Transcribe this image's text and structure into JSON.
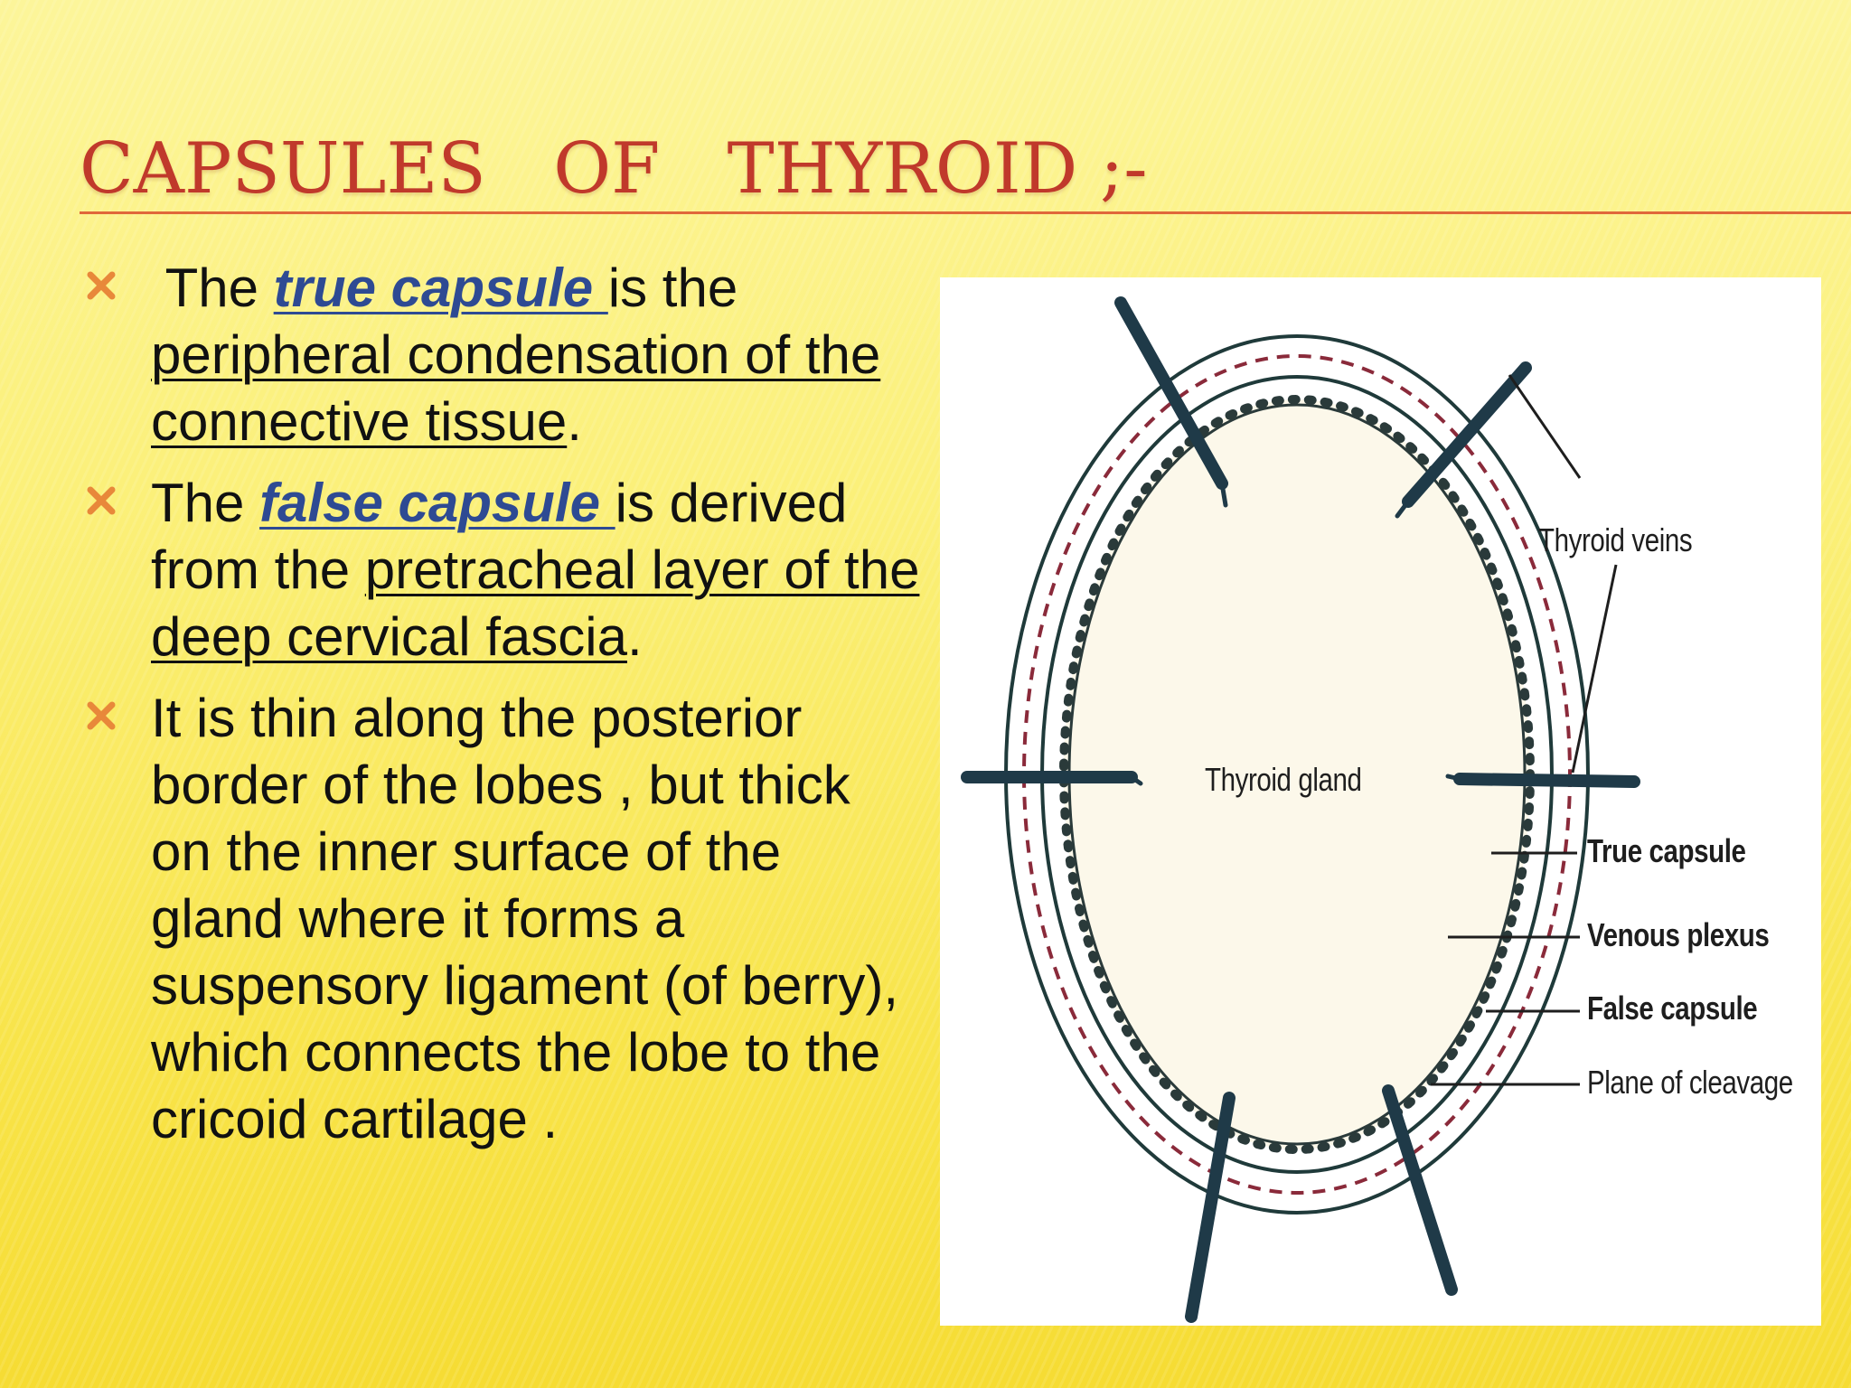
{
  "slide": {
    "title": "CAPSULES   OF   THYROID ;-",
    "bullets": [
      {
        "pre": " The ",
        "keyword": "true capsule ",
        "mid": "is the ",
        "underlined": "peripheral condensation of the connective tissue",
        "post": "."
      },
      {
        "pre": "The ",
        "keyword": "false capsule ",
        "mid": "is derived from the ",
        "underlined": "pretracheal layer of the deep cervical fascia",
        "post": "."
      },
      {
        "text": "It is thin along the posterior border of the lobes , but thick on the inner surface of the gland where it forms a suspensory  ligament (of berry), which connects the lobe to the cricoid cartilage ."
      }
    ],
    "bullet_icon": "x-mark-icon",
    "colors": {
      "title": "#c0392b",
      "keyword": "#2e4a93",
      "title_rule": "#e0673a",
      "bullet_icon": "#e8883a"
    }
  },
  "figure": {
    "labels": {
      "thyroid_gland": "Thyroid gland",
      "thyroid_veins": "Thyroid veins",
      "true_capsule": "True capsule",
      "venous_plexus": "Venous plexus",
      "false_capsule": "False capsule",
      "plane_of_cleavage": "Plane of cleavage"
    }
  }
}
